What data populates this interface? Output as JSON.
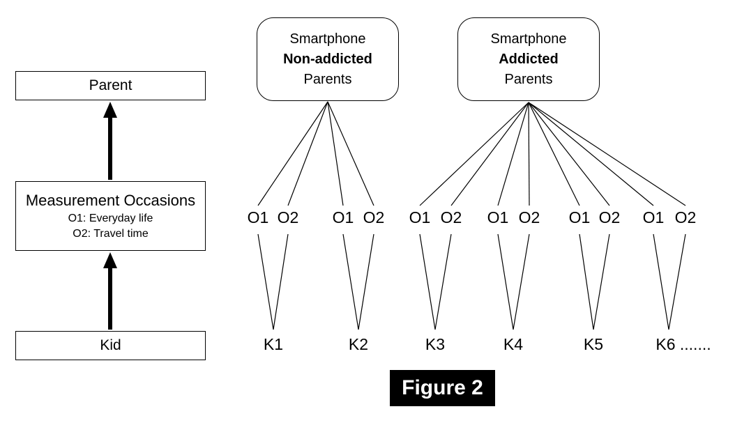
{
  "figure": {
    "caption": "Figure 2"
  },
  "left_flow": {
    "parent_label": "Parent",
    "measurement": {
      "title": "Measurement Occasions",
      "line1": "O1: Everyday life",
      "line2": "O2: Travel time"
    },
    "kid_label": "Kid"
  },
  "groups": {
    "non_addicted": {
      "line1": "Smartphone",
      "line2": "Non-addicted",
      "line3": "Parents"
    },
    "addicted": {
      "line1": "Smartphone",
      "line2": "Addicted",
      "line3": "Parents"
    }
  },
  "occasions": [
    "O1",
    "O2",
    "O1",
    "O2",
    "O1",
    "O2",
    "O1",
    "O2",
    "O1",
    "O2",
    "O1",
    "O2"
  ],
  "kids": [
    "K1",
    "K2",
    "K3",
    "K4",
    "K5",
    "K6 ......."
  ],
  "structure": {
    "non_addicted_kids": [
      "K1",
      "K2"
    ],
    "addicted_kids": [
      "K3",
      "K4",
      "K5",
      "K6"
    ],
    "occasions_per_kid": 2
  },
  "colors": {
    "ink": "#000000",
    "background": "#ffffff",
    "caption_bg": "#000000",
    "caption_text": "#ffffff"
  }
}
